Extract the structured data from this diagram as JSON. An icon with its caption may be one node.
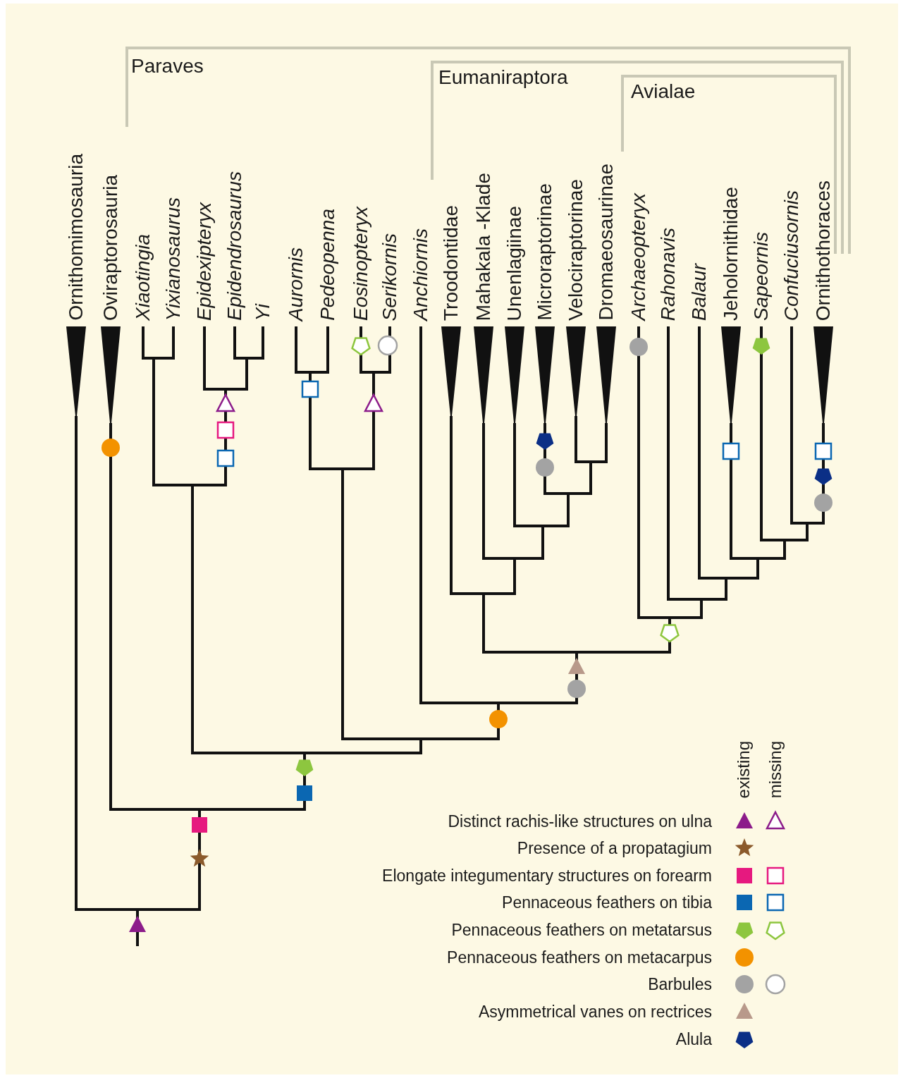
{
  "diagram": {
    "nodes": [
      {
        "text": [
          "Ornithomimosauria"
        ]
      },
      {
        "text": [
          "Oviraptorosauria"
        ]
      },
      {
        "text": [
          "Xiaotingia"
        ]
      },
      {
        "text": [
          "Yixianosaurus"
        ]
      },
      {
        "text": [
          "Epidexipteryx"
        ]
      },
      {
        "text": [
          "Epidendrosaurus"
        ]
      },
      {
        "text": [
          "Yi"
        ]
      },
      {
        "text": [
          "Aurornis"
        ]
      },
      {
        "text": [
          "Pedeopenna"
        ]
      },
      {
        "text": [
          "Eosinopteryx"
        ]
      },
      {
        "text": [
          "Serikornis"
        ]
      },
      {
        "text": [
          "Anchiornis"
        ]
      },
      {
        "text": [
          "Troodontidae"
        ]
      },
      {
        "text": [
          "Mahakala -Klade"
        ]
      },
      {
        "text": [
          "Unenlagiinae"
        ]
      },
      {
        "text": [
          "Microraptorinae"
        ]
      },
      {
        "text": [
          "Velociraptorinae"
        ]
      },
      {
        "text": [
          "Dromaeosaurinae"
        ]
      },
      {
        "text": [
          "Archaeopteryx"
        ]
      },
      {
        "text": [
          "Rahonavis"
        ]
      },
      {
        "text": [
          "Balaur"
        ]
      },
      {
        "text": [
          "Jeholornithidae"
        ]
      },
      {
        "text": [
          "Sapeornis"
        ]
      },
      {
        "text": [
          "Confuciusornis"
        ]
      },
      {
        "text": [
          "Ornithothoraces"
        ]
      }
    ],
    "labels": [
      "Paraves",
      "Eumaniraptora",
      "Avialae",
      "existing",
      "missing"
    ],
    "legend": [
      {
        "text": "Distinct rachis-like structures on ulna"
      },
      {
        "text": "Presence of a propatagium"
      },
      {
        "text": "Elongate integumentary structures on forearm"
      },
      {
        "text": "Pennaceous feathers on tibia"
      },
      {
        "text": "Pennaceous feathers on metatarsus"
      },
      {
        "text": "Pennaceous feathers on metacarpus"
      },
      {
        "text": "Barbules"
      },
      {
        "text": "Asymmetrical vanes on rectrices"
      },
      {
        "text": "Alula"
      }
    ]
  }
}
